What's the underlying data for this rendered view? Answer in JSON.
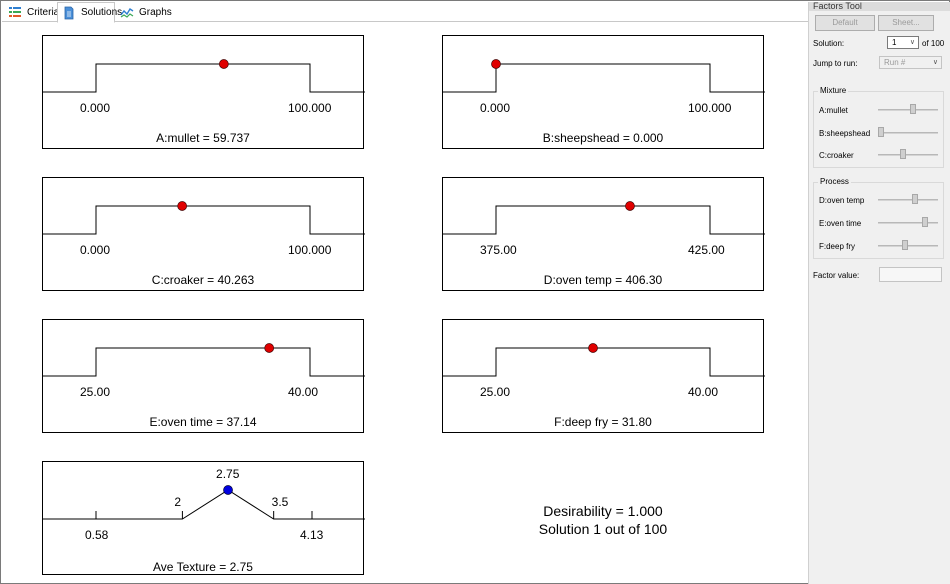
{
  "tabs": [
    {
      "label": "Criteria",
      "icon": "criteria-list-icon"
    },
    {
      "label": "Solutions",
      "icon": "document-icon",
      "active": true
    },
    {
      "label": "Graphs",
      "icon": "graph-line-icon"
    }
  ],
  "panels": [
    {
      "id": "A",
      "caption": "A:mullet = 59.737",
      "low_label": "0.000",
      "high_label": "100.000",
      "low": 0,
      "high": 100,
      "value": 59.737
    },
    {
      "id": "B",
      "caption": "B:sheepshead = 0.000",
      "low_label": "0.000",
      "high_label": "100.000",
      "low": 0,
      "high": 100,
      "value": 0.0
    },
    {
      "id": "C",
      "caption": "C:croaker = 40.263",
      "low_label": "0.000",
      "high_label": "100.000",
      "low": 0,
      "high": 100,
      "value": 40.263
    },
    {
      "id": "D",
      "caption": "D:oven temp = 406.30",
      "low_label": "375.00",
      "high_label": "425.00",
      "low": 375,
      "high": 425,
      "value": 406.3
    },
    {
      "id": "E",
      "caption": "E:oven time = 37.14",
      "low_label": "25.00",
      "high_label": "40.00",
      "low": 25,
      "high": 40,
      "value": 37.14
    },
    {
      "id": "F",
      "caption": "F:deep fry = 31.80",
      "low_label": "25.00",
      "high_label": "40.00",
      "low": 25,
      "high": 40,
      "value": 31.8
    }
  ],
  "response": {
    "caption": "Ave Texture = 2.75",
    "value_label": "2.75",
    "value": 2.75,
    "min_label": "0.58",
    "max_label": "4.13",
    "low_target_label": "2",
    "high_target_label": "3.5",
    "min": 0.58,
    "low": 2,
    "target": 2.75,
    "high": 3.5,
    "max": 4.13
  },
  "summary": {
    "desirability": "Desirability = 1.000",
    "solution": "Solution 1 out of 100"
  },
  "tool": {
    "title": "Factors Tool",
    "default_btn": "Default",
    "sheet_btn": "Sheet...",
    "solution_label": "Solution:",
    "solution_value": "1",
    "solution_of": "of 100",
    "jump_label": "Jump to run:",
    "jump_value": "Run #",
    "mixture_title": "Mixture",
    "mixture": [
      {
        "label": "A:mullet",
        "level": 0.6
      },
      {
        "label": "B:sheepshead",
        "level": 0.0
      },
      {
        "label": "C:croaker",
        "level": 0.4
      }
    ],
    "process_title": "Process",
    "process": [
      {
        "label": "D:oven temp",
        "level": 0.63
      },
      {
        "label": "E:oven time",
        "level": 0.81
      },
      {
        "label": "F:deep fry",
        "level": 0.45
      }
    ],
    "factor_value_label": "Factor value:"
  },
  "colors": {
    "factor_point": "#e00000",
    "response_point": "#0000e0"
  }
}
